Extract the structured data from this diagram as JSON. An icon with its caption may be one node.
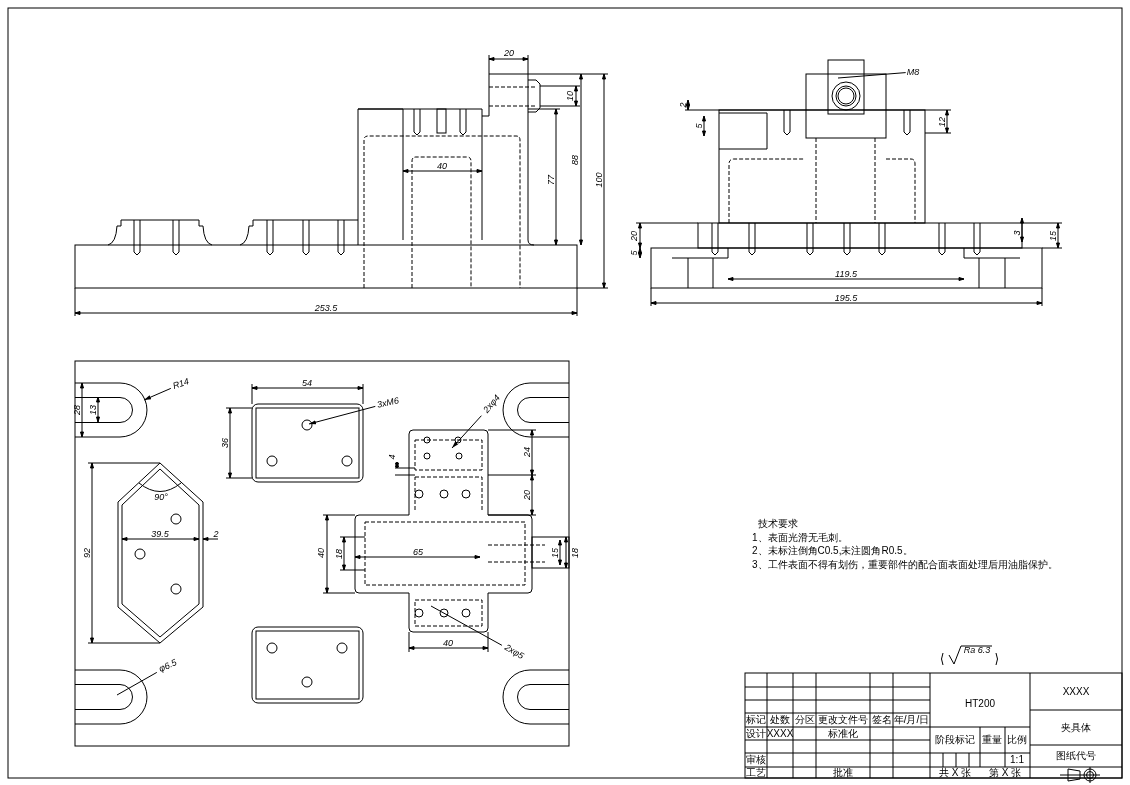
{
  "diagram": {
    "nodes": [
      {
        "text": [
          "R14"
        ]
      },
      {
        "text": [
          "3xM6"
        ]
      },
      {
        "text": [
          "2xφ4"
        ]
      },
      {
        "text": [
          "2xφ5"
        ]
      },
      {
        "text": [
          "φ6.5"
        ]
      },
      {
        "text": [
          "M8"
        ]
      }
    ],
    "edges": [
      {
        "from": 0,
        "to": null,
        "arrow": "to"
      },
      {
        "from": 1,
        "to": null,
        "arrow": "to"
      },
      {
        "from": 2,
        "to": null,
        "arrow": "to"
      },
      {
        "from": 3,
        "to": null,
        "arrow": "none"
      },
      {
        "from": 4,
        "to": null,
        "arrow": "none"
      },
      {
        "from": 5,
        "to": null,
        "arrow": "none"
      }
    ],
    "labels": [
      "20",
      "10",
      "88",
      "77",
      "100",
      "40",
      "253.5",
      "2",
      "5",
      "12",
      "20",
      "5",
      "3",
      "15",
      "119.5",
      "195.5",
      "28",
      "13",
      "54",
      "36",
      "90°",
      "39.5",
      "2",
      "92",
      "24",
      "4",
      "20",
      "40",
      "18",
      "65",
      "15",
      "18",
      "40",
      "技术要求",
      "1、表面光滑无毛刺。",
      "2、未标注倒角C0.5,未注圆角R0.5。",
      "3、工件表面不得有划伤，重要部件的配合面表面处理后用油脂保护。",
      "Ra 6.3",
      "标记",
      "处数",
      "分区",
      "更改文件号",
      "签名",
      "年/月/日",
      "设计",
      "XXXX",
      "标准化",
      "审核",
      "工艺",
      "批准",
      "HT200",
      "阶段标记",
      "重量",
      "比例",
      "1:1",
      "共 X 张",
      "第 X 张",
      "XXXX",
      "夹具体",
      "图纸代号"
    ]
  }
}
